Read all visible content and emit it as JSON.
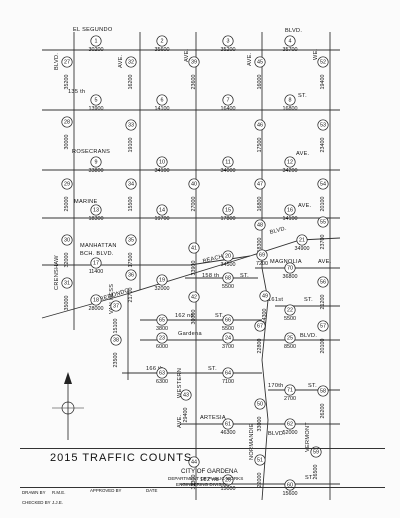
{
  "map_title": "2015   TRAFFIC   COUNTS",
  "city": "CITY OF GARDENA",
  "department": "DEPARTMENT OF PUBLIC WORKS",
  "division": "ENGINEERING DIVISION",
  "drawn_by_label": "DRAWN BY",
  "drawn_by": "R.M.E.",
  "checked_by_label": "CHECKED BY",
  "checked_by": "J.J.E.",
  "approved_by_label": "APPROVED BY",
  "date_label": "DATE",
  "street_labels": {
    "el_segundo": "EL SEGUNDO",
    "blvd_top": "BLVD.",
    "135th": "135 th",
    "st_135": "ST.",
    "rosecrans": "ROSECRANS",
    "ave_rosecrans": "AVE.",
    "marine": "MARINE",
    "ave_marine": "AVE.",
    "manhattan": "MANHATTAN",
    "bch_blvd": "BCH. BLVD.",
    "beach": "BEACH",
    "blvd_beach": "BLVD.",
    "158th": "158 th",
    "st_158": "ST.",
    "magnolia": "MAGNOLIA",
    "ave_magnolia": "AVE.",
    "redondo": "REDONDO",
    "162nd": "162 nd",
    "st_162": "ST.",
    "161st": "161st",
    "st_161": "ST.",
    "gardena": "Gardena",
    "blvd_gardena": "BLVD.",
    "166th": "166 th",
    "st_166": "ST.",
    "170th": "170th",
    "st_170": "ST.",
    "artesia": "ARTESIA",
    "blvd_artesia": "BLVD.",
    "182nd": "182 nd",
    "st_182": "ST.",
    "crenshaw": "CRENSHAW",
    "van_ness": "VAN NESS",
    "western": "WESTERN",
    "normandie": "NORMANDIE",
    "vermont": "VERMONT",
    "blvd_left": "BLVD.",
    "ave_left": "AVE.",
    "ave_mid": "AVE.",
    "ave_western": "AVE.",
    "ave_right": "AVE.",
    "we": "WE."
  },
  "stations": [
    {
      "id": "1",
      "count": "30200"
    },
    {
      "id": "2",
      "count": "35600"
    },
    {
      "id": "3",
      "count": "35200"
    },
    {
      "id": "4",
      "count": "35700"
    },
    {
      "id": "5",
      "count": "13900"
    },
    {
      "id": "6",
      "count": "14100"
    },
    {
      "id": "7",
      "count": "16400"
    },
    {
      "id": "8",
      "count": "16800"
    },
    {
      "id": "9",
      "count": "33800"
    },
    {
      "id": "10",
      "count": "34100"
    },
    {
      "id": "11",
      "count": "34000"
    },
    {
      "id": "12",
      "count": "34200"
    },
    {
      "id": "13",
      "count": "18300"
    },
    {
      "id": "14",
      "count": "19700"
    },
    {
      "id": "15",
      "count": "17800"
    },
    {
      "id": "16",
      "count": "14100"
    },
    {
      "id": "17",
      "count": "11400"
    },
    {
      "id": "18",
      "count": "28000"
    },
    {
      "id": "19",
      "count": "32000"
    },
    {
      "id": "20",
      "count": "34500"
    },
    {
      "id": "21",
      "count": "34900"
    },
    {
      "id": "22",
      "count": "5500"
    },
    {
      "id": "23",
      "count": "6000"
    },
    {
      "id": "24",
      "count": "3700"
    },
    {
      "id": "25",
      "count": "8500"
    },
    {
      "id": "26",
      "count": "15000"
    },
    {
      "id": "27",
      "count": "35200"
    },
    {
      "id": "28",
      "count": "30000"
    },
    {
      "id": "29",
      "count": "25000"
    },
    {
      "id": "30",
      "count": "32000"
    },
    {
      "id": "31",
      "count": "35000"
    },
    {
      "id": "32",
      "count": "16200"
    },
    {
      "id": "33",
      "count": "19100"
    },
    {
      "id": "34",
      "count": "15500"
    },
    {
      "id": "35",
      "count": "17500"
    },
    {
      "id": "36",
      "count": "21700"
    },
    {
      "id": "37",
      "count": "15100"
    },
    {
      "id": "38",
      "count": "23500"
    },
    {
      "id": "39",
      "count": "23600"
    },
    {
      "id": "40",
      "count": "27000"
    },
    {
      "id": "41",
      "count": "33900"
    },
    {
      "id": "42",
      "count": "30000"
    },
    {
      "id": "43",
      "count": "29400"
    },
    {
      "id": "44",
      "count": "31300"
    },
    {
      "id": "45",
      "count": "16000"
    },
    {
      "id": "46",
      "count": "17500"
    },
    {
      "id": "47",
      "count": "16800"
    },
    {
      "id": "48",
      "count": "18300"
    },
    {
      "id": "49",
      "count": "24300"
    },
    {
      "id": "50",
      "count": "33000"
    },
    {
      "id": "51",
      "count": "22000"
    },
    {
      "id": "52",
      "count": "19400"
    },
    {
      "id": "53",
      "count": "23400"
    },
    {
      "id": "54",
      "count": "20100"
    },
    {
      "id": "55",
      "count": "23700"
    },
    {
      "id": "56",
      "count": "21200"
    },
    {
      "id": "57",
      "count": "20100"
    },
    {
      "id": "58",
      "count": "26200"
    },
    {
      "id": "59",
      "count": "26500"
    },
    {
      "id": "60",
      "count": "15600"
    },
    {
      "id": "61",
      "count": "46300"
    },
    {
      "id": "62",
      "count": "52000"
    },
    {
      "id": "63",
      "count": "6300"
    },
    {
      "id": "64",
      "count": "7100"
    },
    {
      "id": "65",
      "count": "3800"
    },
    {
      "id": "66",
      "count": "5500"
    },
    {
      "id": "67",
      "count": "22800"
    },
    {
      "id": "68",
      "count": "5500"
    },
    {
      "id": "69",
      "count": "7200"
    },
    {
      "id": "70",
      "count": "36800"
    },
    {
      "id": "71",
      "count": "2700"
    }
  ]
}
